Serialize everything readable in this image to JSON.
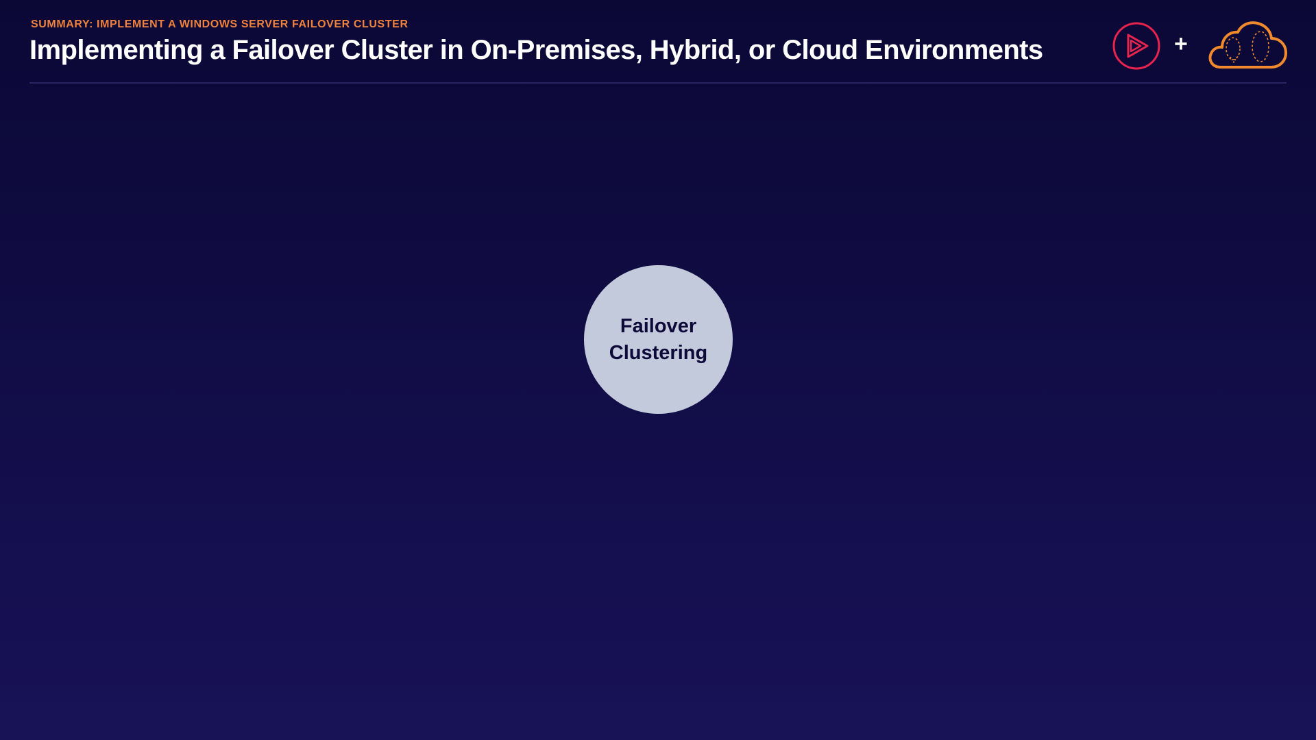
{
  "colors": {
    "background_top": "#0b0836",
    "background_bottom": "#181257",
    "eyebrow": "#f0823c",
    "title": "#ffffff",
    "rule": "#2a2560",
    "play_logo": "#e8244e",
    "cloud_logo": "#f08a2c",
    "node_fill": "#c3cadb",
    "node_text": "#0d0a3a"
  },
  "header": {
    "eyebrow": "SUMMARY: IMPLEMENT A WINDOWS SERVER FAILOVER CLUSTER",
    "title": "Implementing a Failover Cluster in On-Premises, Hybrid, or Cloud Environments"
  },
  "logos": {
    "play_icon": "pluralsight-play-icon",
    "plus": "+",
    "cloud_icon": "cloud-icon"
  },
  "node": {
    "label": "Failover Clustering"
  }
}
